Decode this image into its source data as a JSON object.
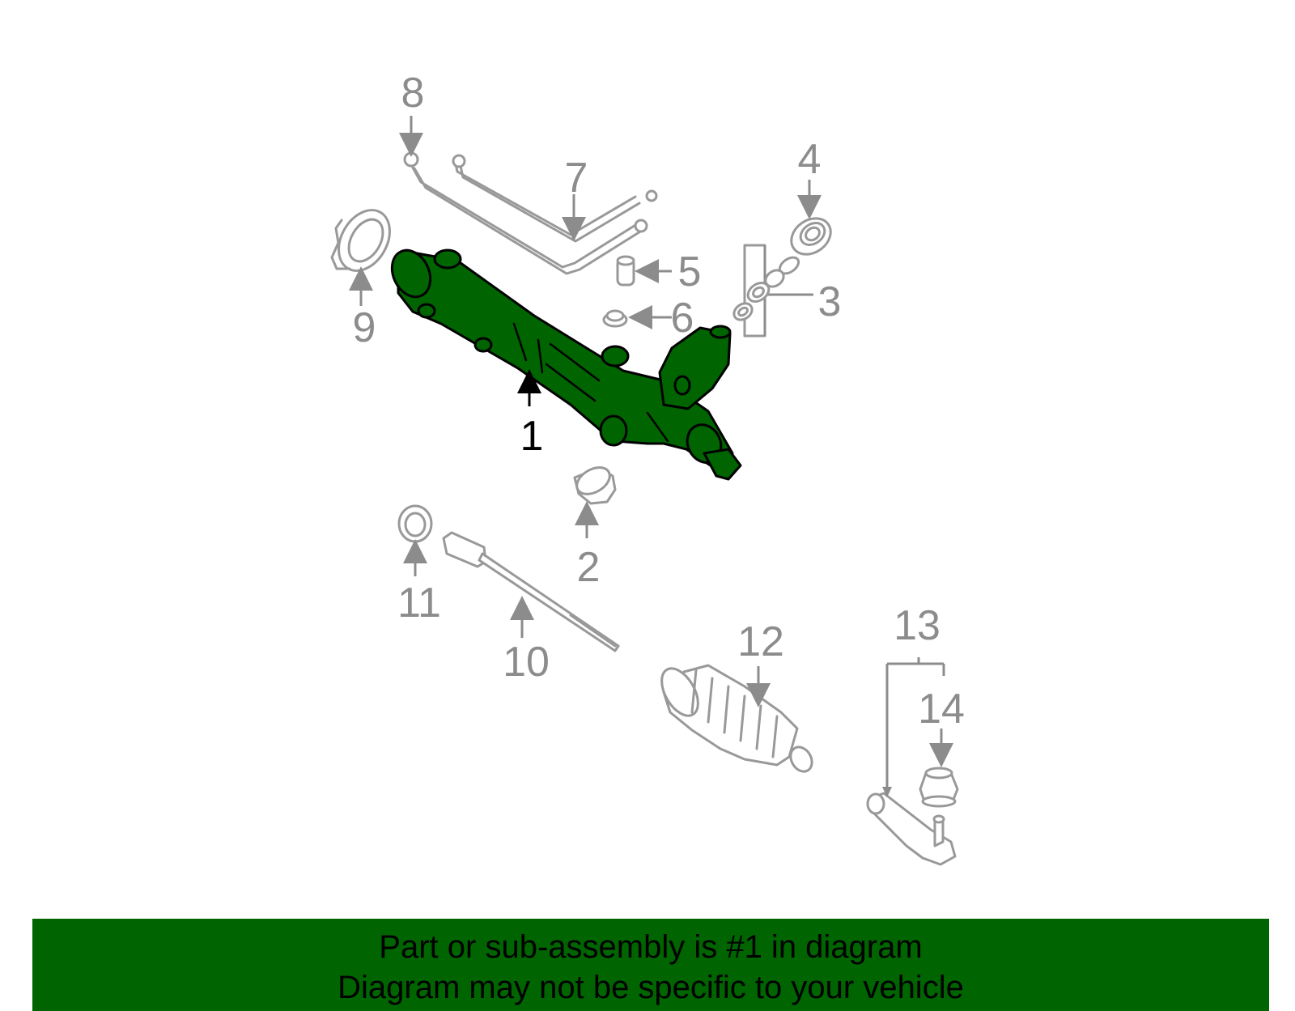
{
  "diagram": {
    "highlight_color": "#006400",
    "line_color": "#999999",
    "highlighted_part": "1",
    "callouts": [
      "1",
      "2",
      "3",
      "4",
      "5",
      "6",
      "7",
      "8",
      "9",
      "10",
      "11",
      "12",
      "13",
      "14"
    ]
  },
  "banner": {
    "background": "#006400",
    "line1": "Part or sub-assembly is #1 in diagram",
    "line2": "Diagram may not be specific to your vehicle"
  }
}
